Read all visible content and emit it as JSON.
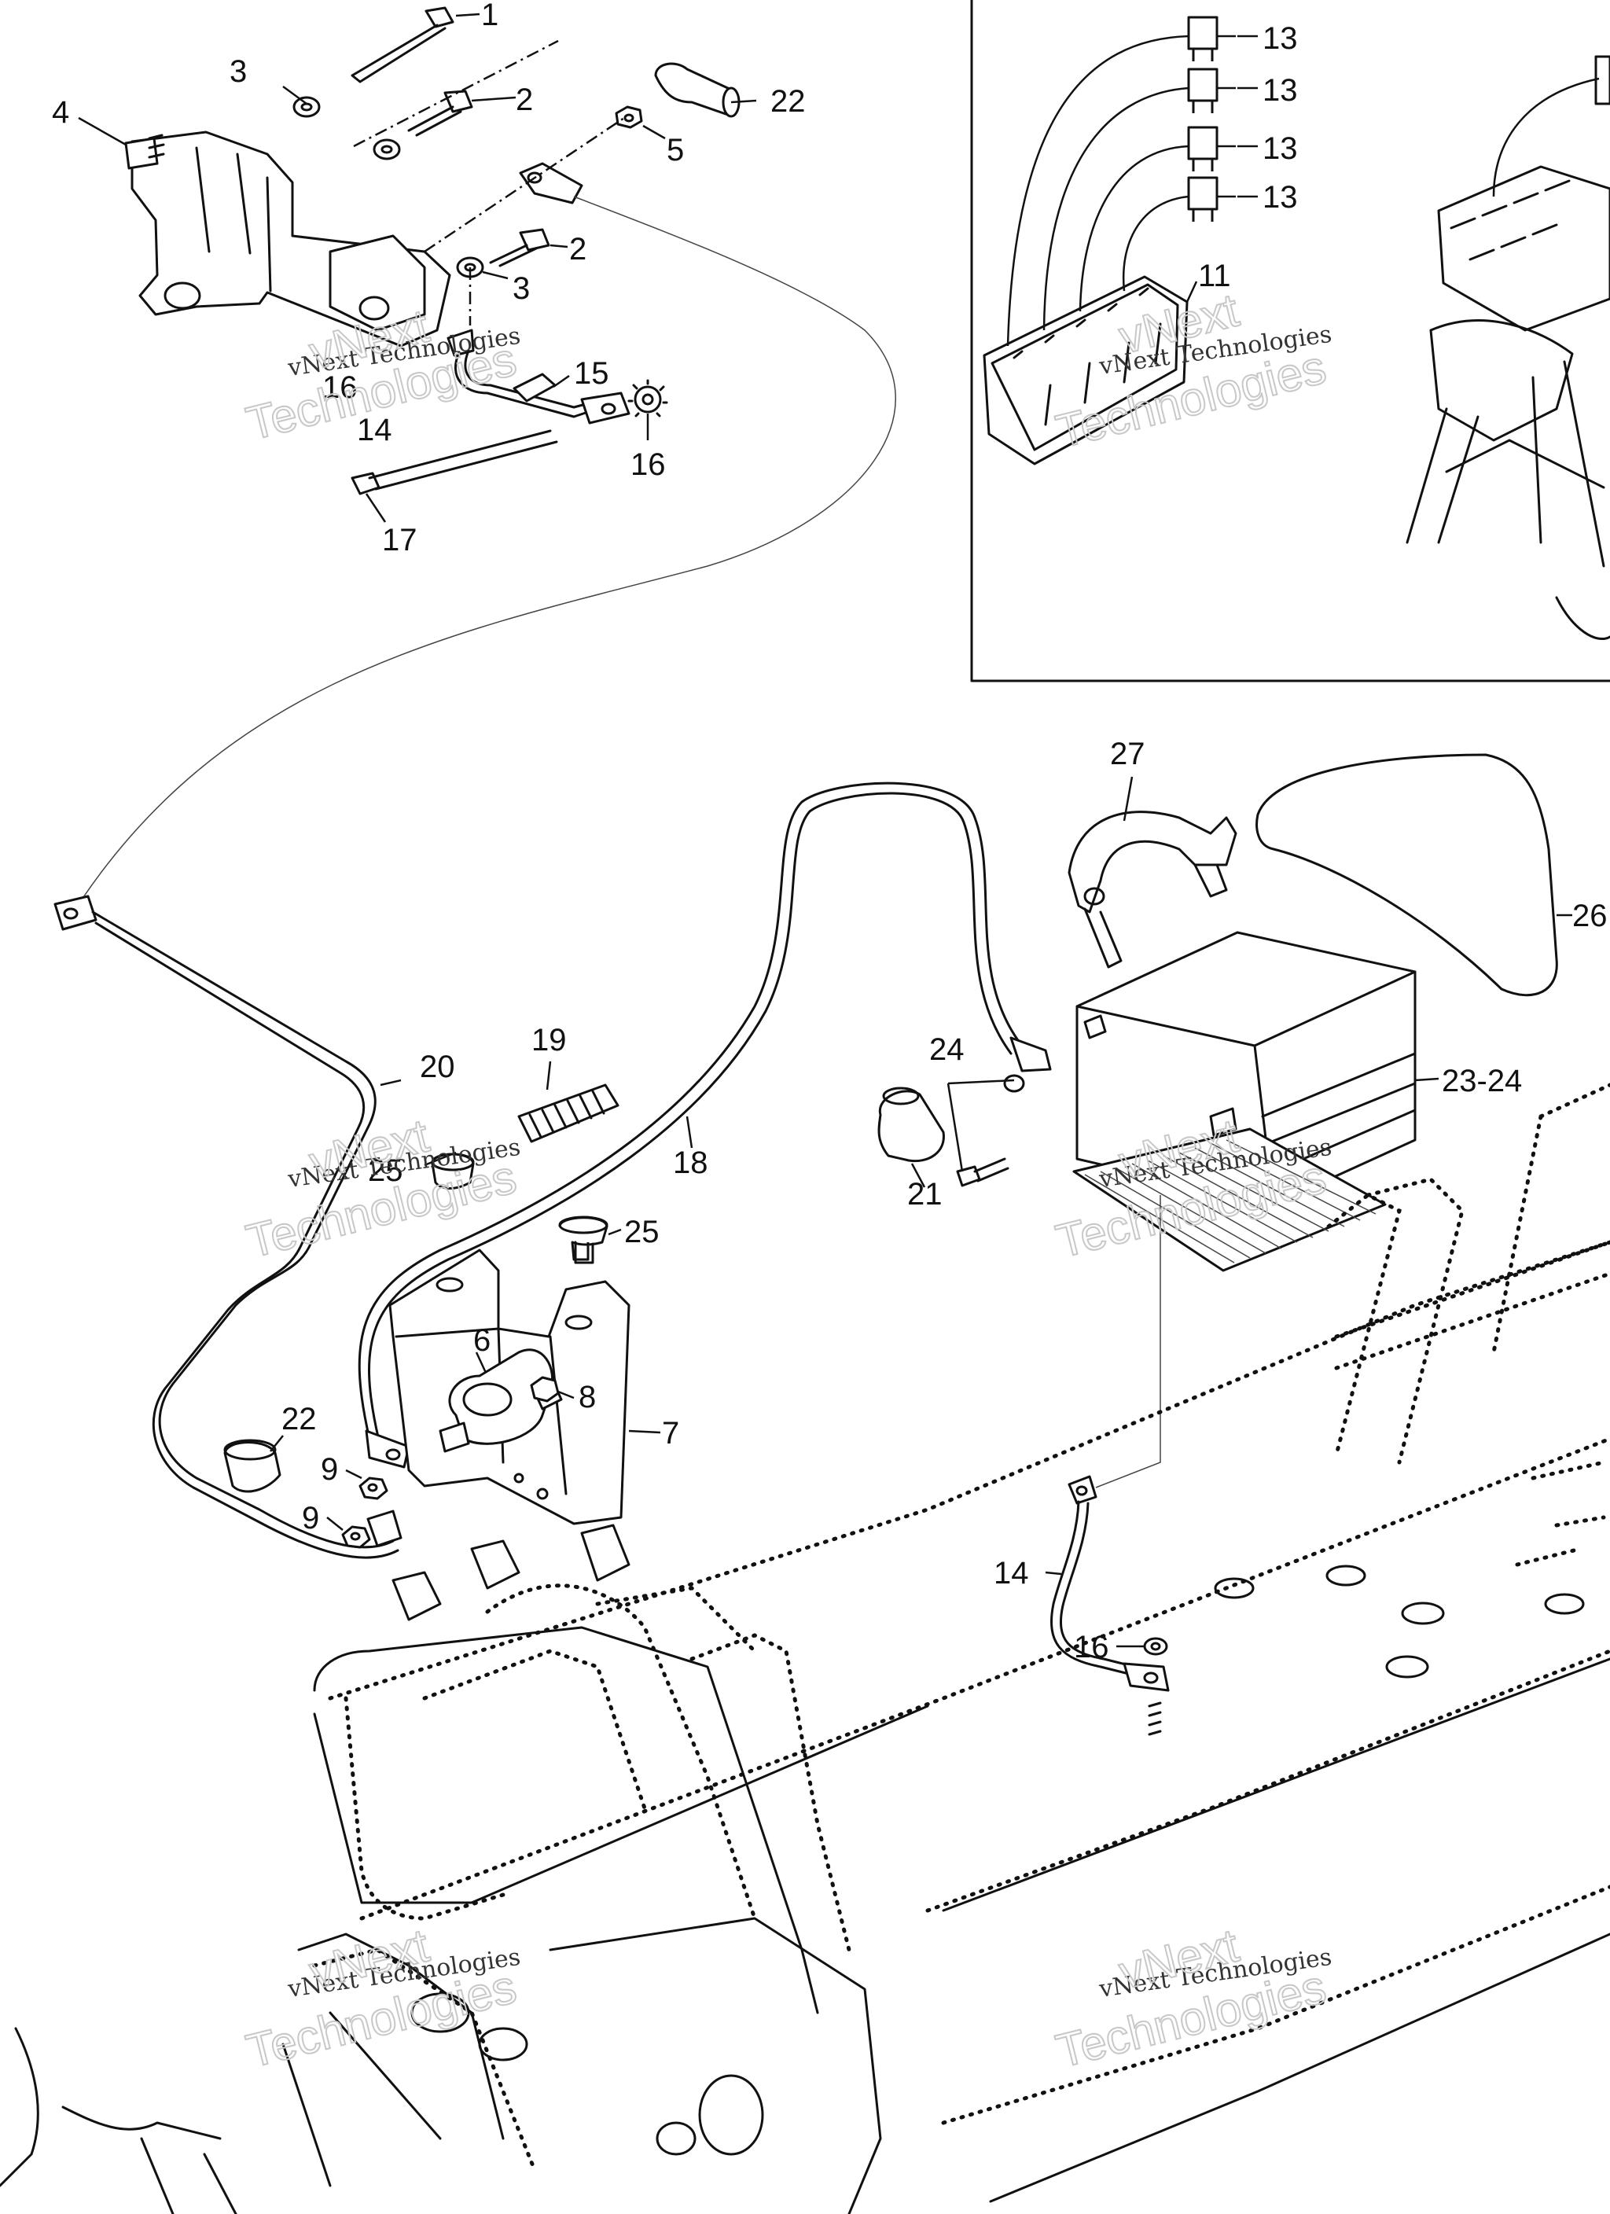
{
  "watermark": {
    "line1": "vNext Technologies",
    "line2": "vNext",
    "line3": "Technologies"
  },
  "callouts": {
    "c1": "1",
    "c2a": "2",
    "c2b": "2",
    "c3a": "3",
    "c3b": "3",
    "c4": "4",
    "c5": "5",
    "c6": "6",
    "c7": "7",
    "c8": "8",
    "c9a": "9",
    "c9b": "9",
    "c11": "11",
    "c13a": "13",
    "c13b": "13",
    "c13c": "13",
    "c13d": "13",
    "c14a": "14",
    "c14b": "14",
    "c15": "15",
    "c16a": "16",
    "c16b": "16",
    "c16c": "16",
    "c17": "17",
    "c18": "18",
    "c19": "19",
    "c20": "20",
    "c21": "21",
    "c22a": "22",
    "c22b": "22",
    "c23_24": "23-24",
    "c24": "24",
    "c25a": "25",
    "c25b": "25",
    "c26": "26",
    "c27": "27"
  }
}
